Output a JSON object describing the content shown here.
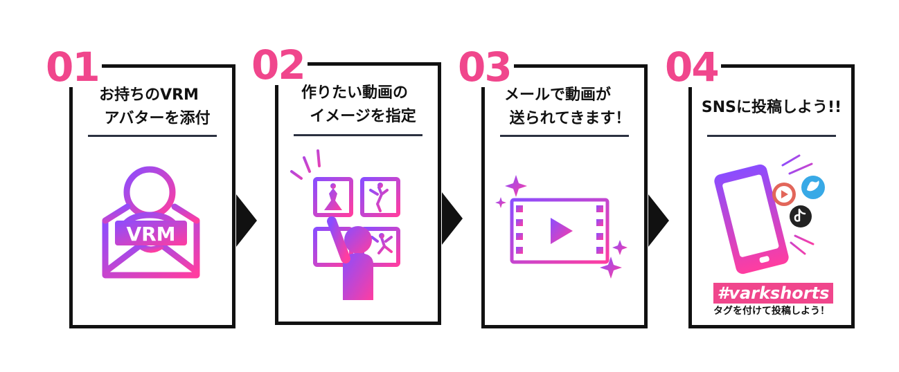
{
  "steps": [
    {
      "number": "01",
      "title_lines": [
        "お持ちのVRM",
        "アバターを添付"
      ],
      "icon": "envelope-avatar-icon",
      "icon_text": "VRM"
    },
    {
      "number": "02",
      "title_lines": [
        "作りたい動画の",
        "イメージを指定"
      ],
      "icon": "select-image-icon"
    },
    {
      "number": "03",
      "title_lines": [
        "メールで動画が",
        "送られてきます！"
      ],
      "icon": "video-film-icon"
    },
    {
      "number": "04",
      "title_lines": [
        "SNSに投稿しよう!!"
      ],
      "icon": "smartphone-sns-icon",
      "hashtag": "#varkshorts",
      "hashtag_note": "タグを付けて投稿しよう！"
    }
  ],
  "colors": {
    "accent_pink": "#f0468c",
    "gradient_start": "#8a4dff",
    "gradient_end": "#ff3da0",
    "border": "#111111",
    "rule": "#2b3140"
  }
}
